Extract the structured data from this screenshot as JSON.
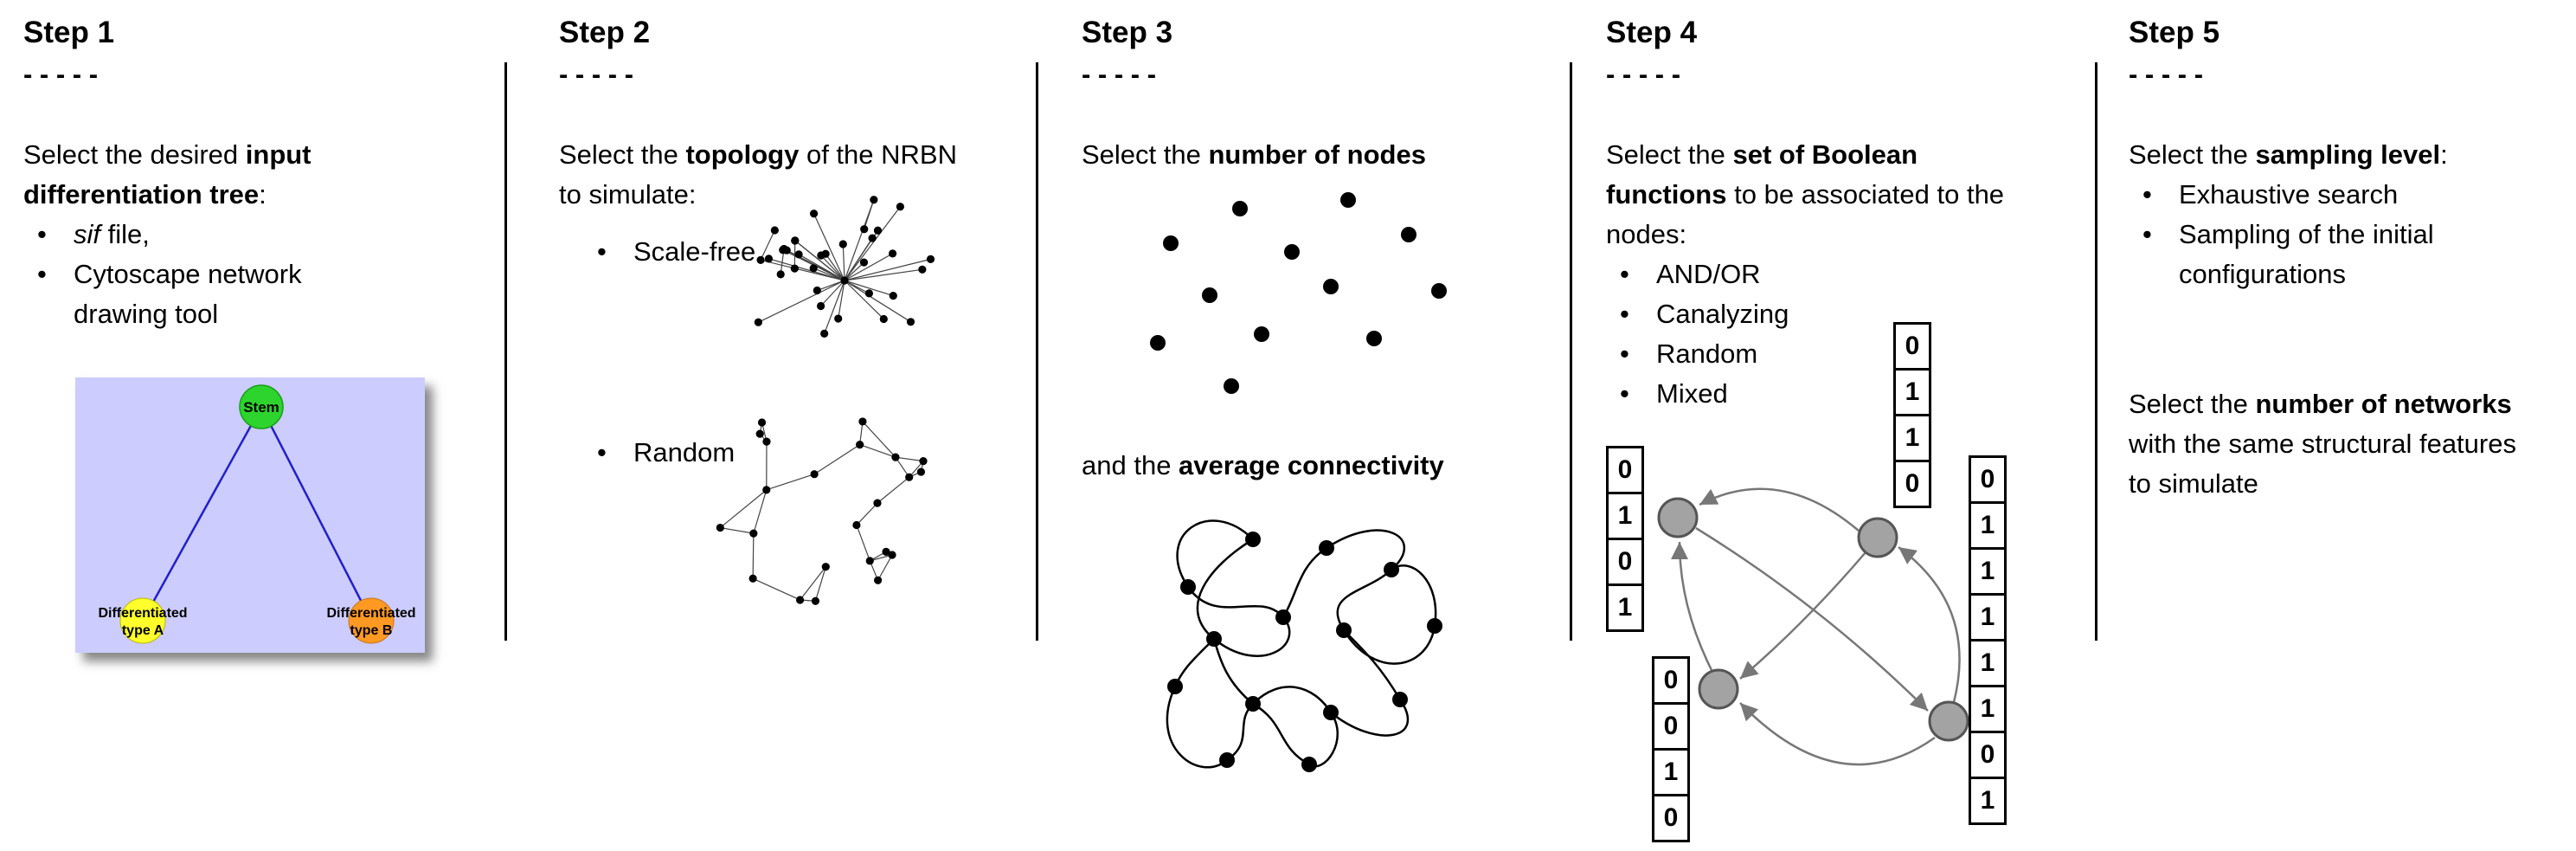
{
  "ui": {
    "bullet": "•"
  },
  "step1": {
    "title": "Step 1",
    "sep": "- - - - -",
    "intro": [
      "Select the desired ",
      "input differentiation tree",
      ":"
    ],
    "bullet1": [
      "sif",
      " file,"
    ],
    "bullet2": "Cytoscape network drawing tool",
    "tree": {
      "root": "Stem",
      "left_line1": "Differentiated",
      "left_line2": "type A",
      "right_line1": "Differentiated",
      "right_line2": "type B",
      "colors": {
        "background": "#ccccff",
        "root": "#2ed42e",
        "left": "#ffff2b",
        "right": "#ff9922",
        "edge": "#2121c8"
      }
    }
  },
  "step2": {
    "title": "Step 2",
    "sep": "- - - - -",
    "intro": [
      "Select the ",
      "topology",
      " of the NRBN to simulate:"
    ],
    "bullet1": "Scale-free",
    "bullet2": "Random"
  },
  "step3": {
    "title": "Step 3",
    "sep": "- - - - -",
    "line1": [
      "Select the ",
      "number of nodes"
    ],
    "line2": [
      "and the ",
      "average connectivity"
    ]
  },
  "step4": {
    "title": "Step 4",
    "sep": "- - - - -",
    "intro": [
      "Select the ",
      "set of Boolean functions",
      " to be associated to the nodes:"
    ],
    "bullets": [
      "AND/OR",
      "Canalyzing",
      "Random",
      "Mixed"
    ],
    "colors": {
      "node_fill": "#a3a3a3",
      "node_stroke": "#555555",
      "arrow": "#777777"
    },
    "truth_tables": {
      "left": [
        "0",
        "1",
        "0",
        "1"
      ],
      "top": [
        "0",
        "1",
        "1",
        "0"
      ],
      "bottom_left": [
        "0",
        "0",
        "1",
        "0"
      ],
      "right": [
        "0",
        "1",
        "1",
        "1",
        "1",
        "1",
        "0",
        "1"
      ]
    }
  },
  "step5": {
    "title": "Step 5",
    "sep": "- - - - -",
    "intro": [
      "Select the ",
      "sampling level",
      ":"
    ],
    "bullets": [
      "Exhaustive search",
      "Sampling of the initial configurations"
    ],
    "para2": [
      "Select the ",
      "number of networks",
      " with the same structural features to simulate"
    ]
  }
}
